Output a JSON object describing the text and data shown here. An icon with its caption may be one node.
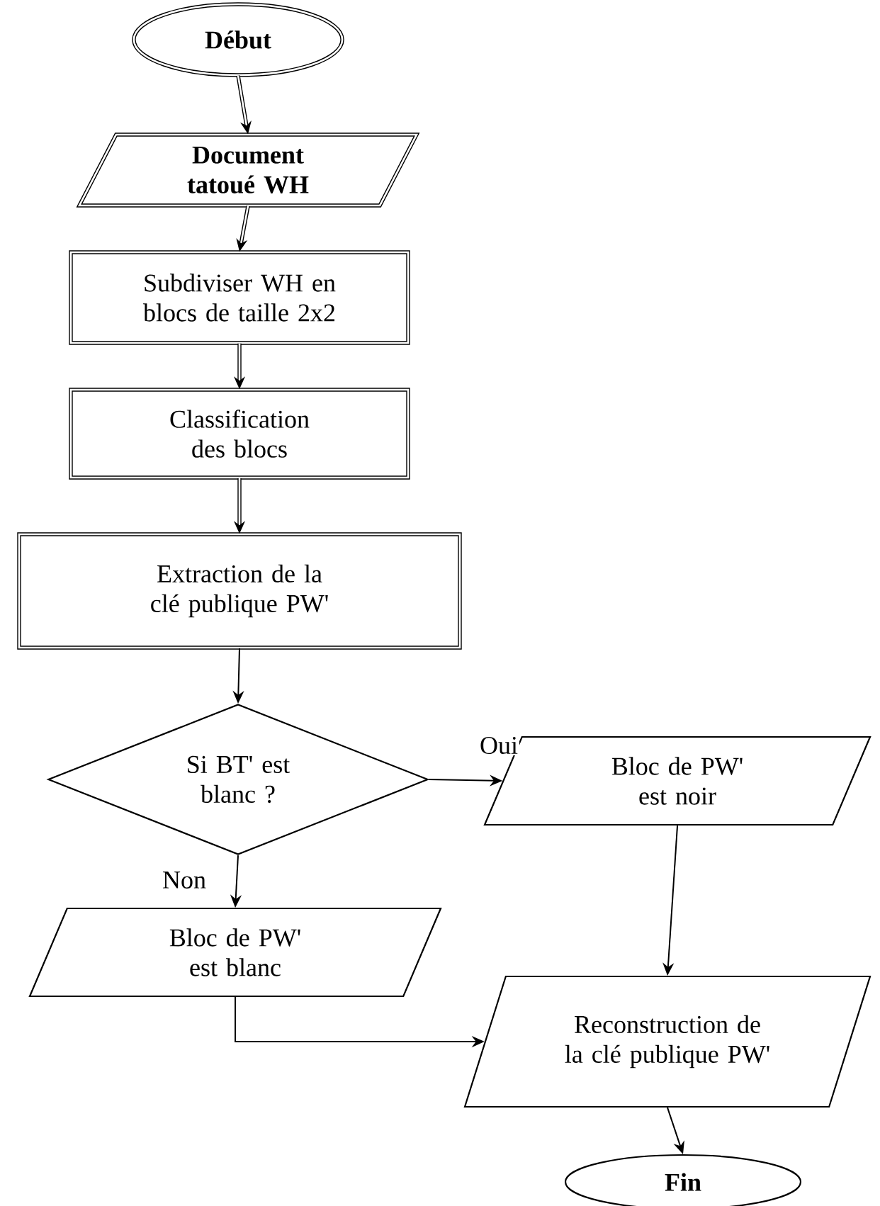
{
  "diagram": {
    "nodes": [
      {
        "text": [
          "Début"
        ]
      },
      {
        "text": [
          "Document tatoué WH"
        ]
      },
      {
        "text": [
          "Subdiviser WH en blocs de taille 2x2"
        ]
      },
      {
        "text": [
          "Classification des blocs"
        ]
      },
      {
        "text": [
          "Extraction de la clé publique PW'"
        ]
      },
      {
        "text": [
          "Si BT' est blanc ?"
        ]
      },
      {
        "text": [
          "Bloc de PW' est noir"
        ]
      },
      {
        "text": [
          "Bloc de PW' est blanc"
        ]
      },
      {
        "text": [
          "Reconstruction de la clé publique PW'"
        ]
      },
      {
        "text": [
          "Fin"
        ]
      }
    ],
    "edges": [
      {
        "from": 0,
        "to": 1,
        "arrow": "to",
        "style": "thick"
      },
      {
        "from": 1,
        "to": 2,
        "arrow": "to",
        "style": "thick"
      },
      {
        "from": 2,
        "to": 3,
        "arrow": "to",
        "style": "thick"
      },
      {
        "from": 3,
        "to": 4,
        "arrow": "to",
        "style": "thick"
      },
      {
        "from": 4,
        "to": 5,
        "arrow": "to"
      },
      {
        "from": 5,
        "to": 6,
        "arrow": "to",
        "label": "Oui"
      },
      {
        "from": 5,
        "to": 7,
        "arrow": "to",
        "label": "Non"
      },
      {
        "from": 6,
        "to": 8,
        "arrow": "to"
      },
      {
        "from": 7,
        "to": 8,
        "arrow": "to"
      },
      {
        "from": 8,
        "to": 9,
        "arrow": "to"
      }
    ]
  }
}
